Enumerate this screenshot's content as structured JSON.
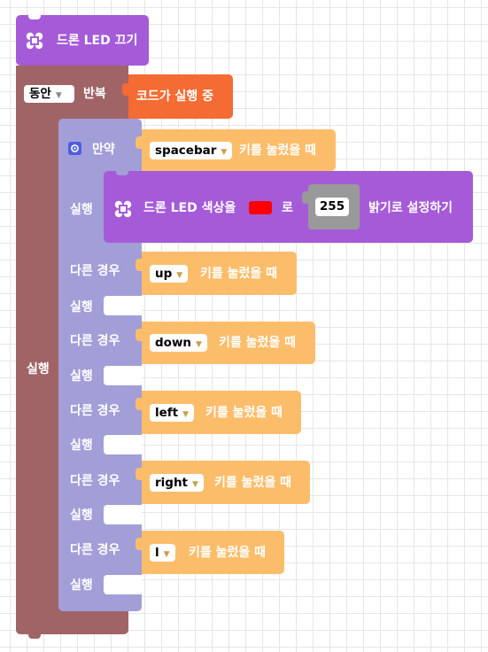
{
  "blocks": {
    "led_off": {
      "label": "드론 LED 끄기"
    },
    "loop": {
      "mode": "동안",
      "label": "반복",
      "do_label": "실행"
    },
    "condition_running": {
      "label": "코드가 실행 중"
    },
    "if_block": {
      "if_label": "만약",
      "do_label": "실행",
      "elseif_label": "다른 경우",
      "branches": [
        {
          "key": "spacebar",
          "text": "키를 눌렀을 때"
        },
        {
          "key": "up",
          "text": "키를 눌렀을 때"
        },
        {
          "key": "down",
          "text": "키를 눌렀을 때"
        },
        {
          "key": "left",
          "text": "키를 눌렀을 때"
        },
        {
          "key": "right",
          "text": "키를 눌렀을 때"
        },
        {
          "key": "l",
          "text": "키를 눌렀을 때"
        }
      ]
    },
    "led_color": {
      "prefix": "드론 LED 색상을",
      "middle": "로",
      "brightness": "255",
      "suffix": "밝기로 설정하기",
      "color": "#ff0000"
    }
  },
  "colors": {
    "purple": "#a55bd8",
    "purple_dark": "#8c44bf",
    "brown": "#a06466",
    "orange": "#f46b33",
    "indigo": "#a29ed8",
    "key_orange": "#fcbd6b",
    "gray_value": "#999999"
  }
}
